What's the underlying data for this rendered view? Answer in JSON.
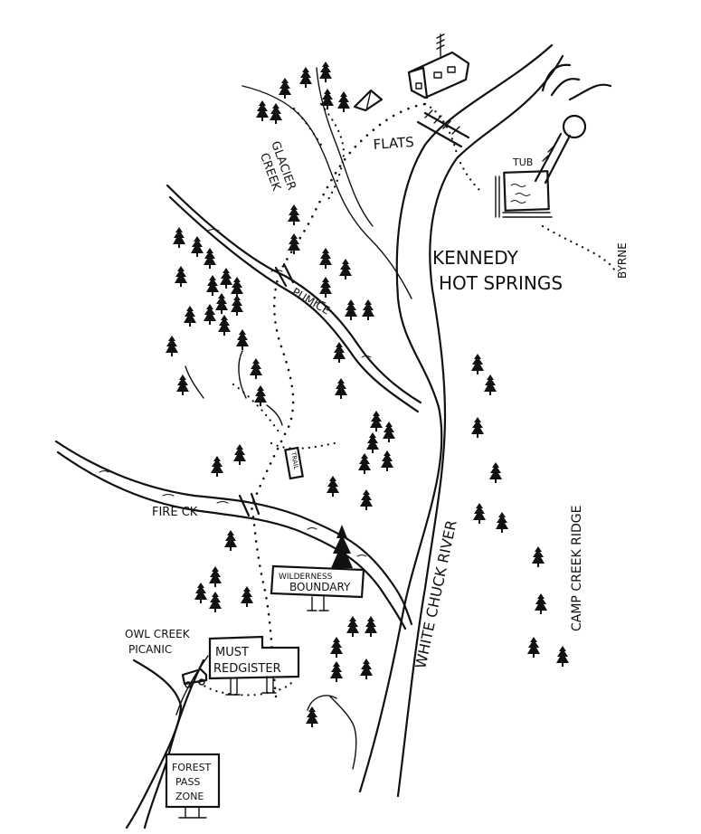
{
  "labels": {
    "flats": "FLATS",
    "glacier_creek_1": "GLACIER",
    "glacier_creek_2": "CREEK",
    "kennedy_1": "KENNEDY",
    "kennedy_2": "HOT SPRINGS",
    "tub": "TUB",
    "byrne": "BYRNE",
    "pumice": "PUMICE",
    "fire_ck": "FIRE CK",
    "white_chuck": "WHITE CHUCK RIVER",
    "camp_creek": "CAMP CREEK RIDGE",
    "trail_sign": "TRAIL",
    "wilderness_1": "WILDERNESS",
    "wilderness_2": "BOUNDARY",
    "owl_creek_1": "OWL CREEK",
    "owl_creek_2": "PICANIC",
    "must_1": "MUST",
    "must_2": "REDGISTER",
    "forest_1": "FOREST",
    "forest_2": "PASS",
    "forest_3": "ZONE"
  }
}
